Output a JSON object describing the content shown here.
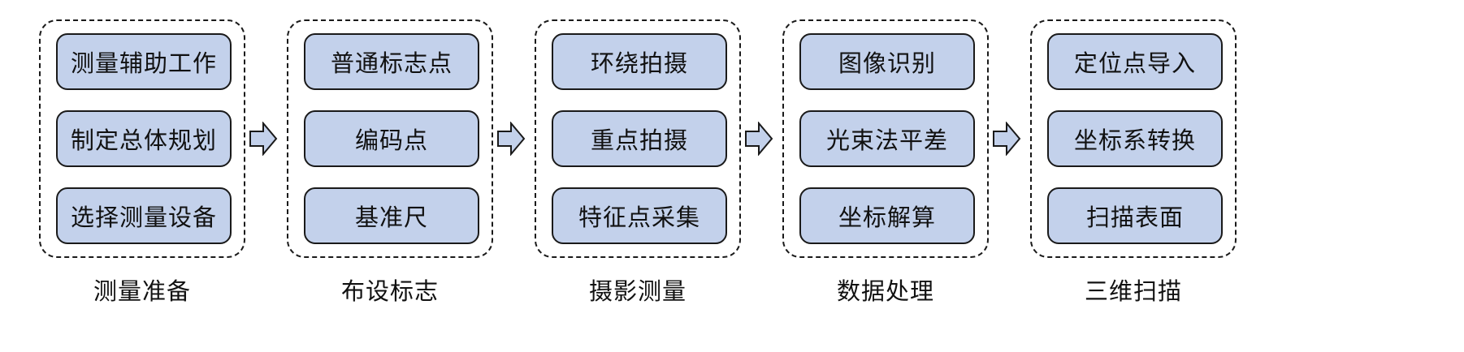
{
  "stages": [
    {
      "label": "测量准备",
      "steps": [
        "测量辅助工作",
        "制定总体规划",
        "选择测量设备"
      ]
    },
    {
      "label": "布设标志",
      "steps": [
        "普通标志点",
        "编码点",
        "基准尺"
      ]
    },
    {
      "label": "摄影测量",
      "steps": [
        "环绕拍摄",
        "重点拍摄",
        "特征点采集"
      ]
    },
    {
      "label": "数据处理",
      "steps": [
        "图像识别",
        "光束法平差",
        "坐标解算"
      ]
    },
    {
      "label": "三维扫描",
      "steps": [
        "定位点导入",
        "坐标系转换",
        "扫描表面"
      ]
    }
  ],
  "colors": {
    "box_fill": "#c3d1eb",
    "stroke": "#1a1a1a",
    "arrow_fill": "#c3d1eb"
  },
  "icons": {
    "flow_arrow": "right-arrow-icon"
  }
}
